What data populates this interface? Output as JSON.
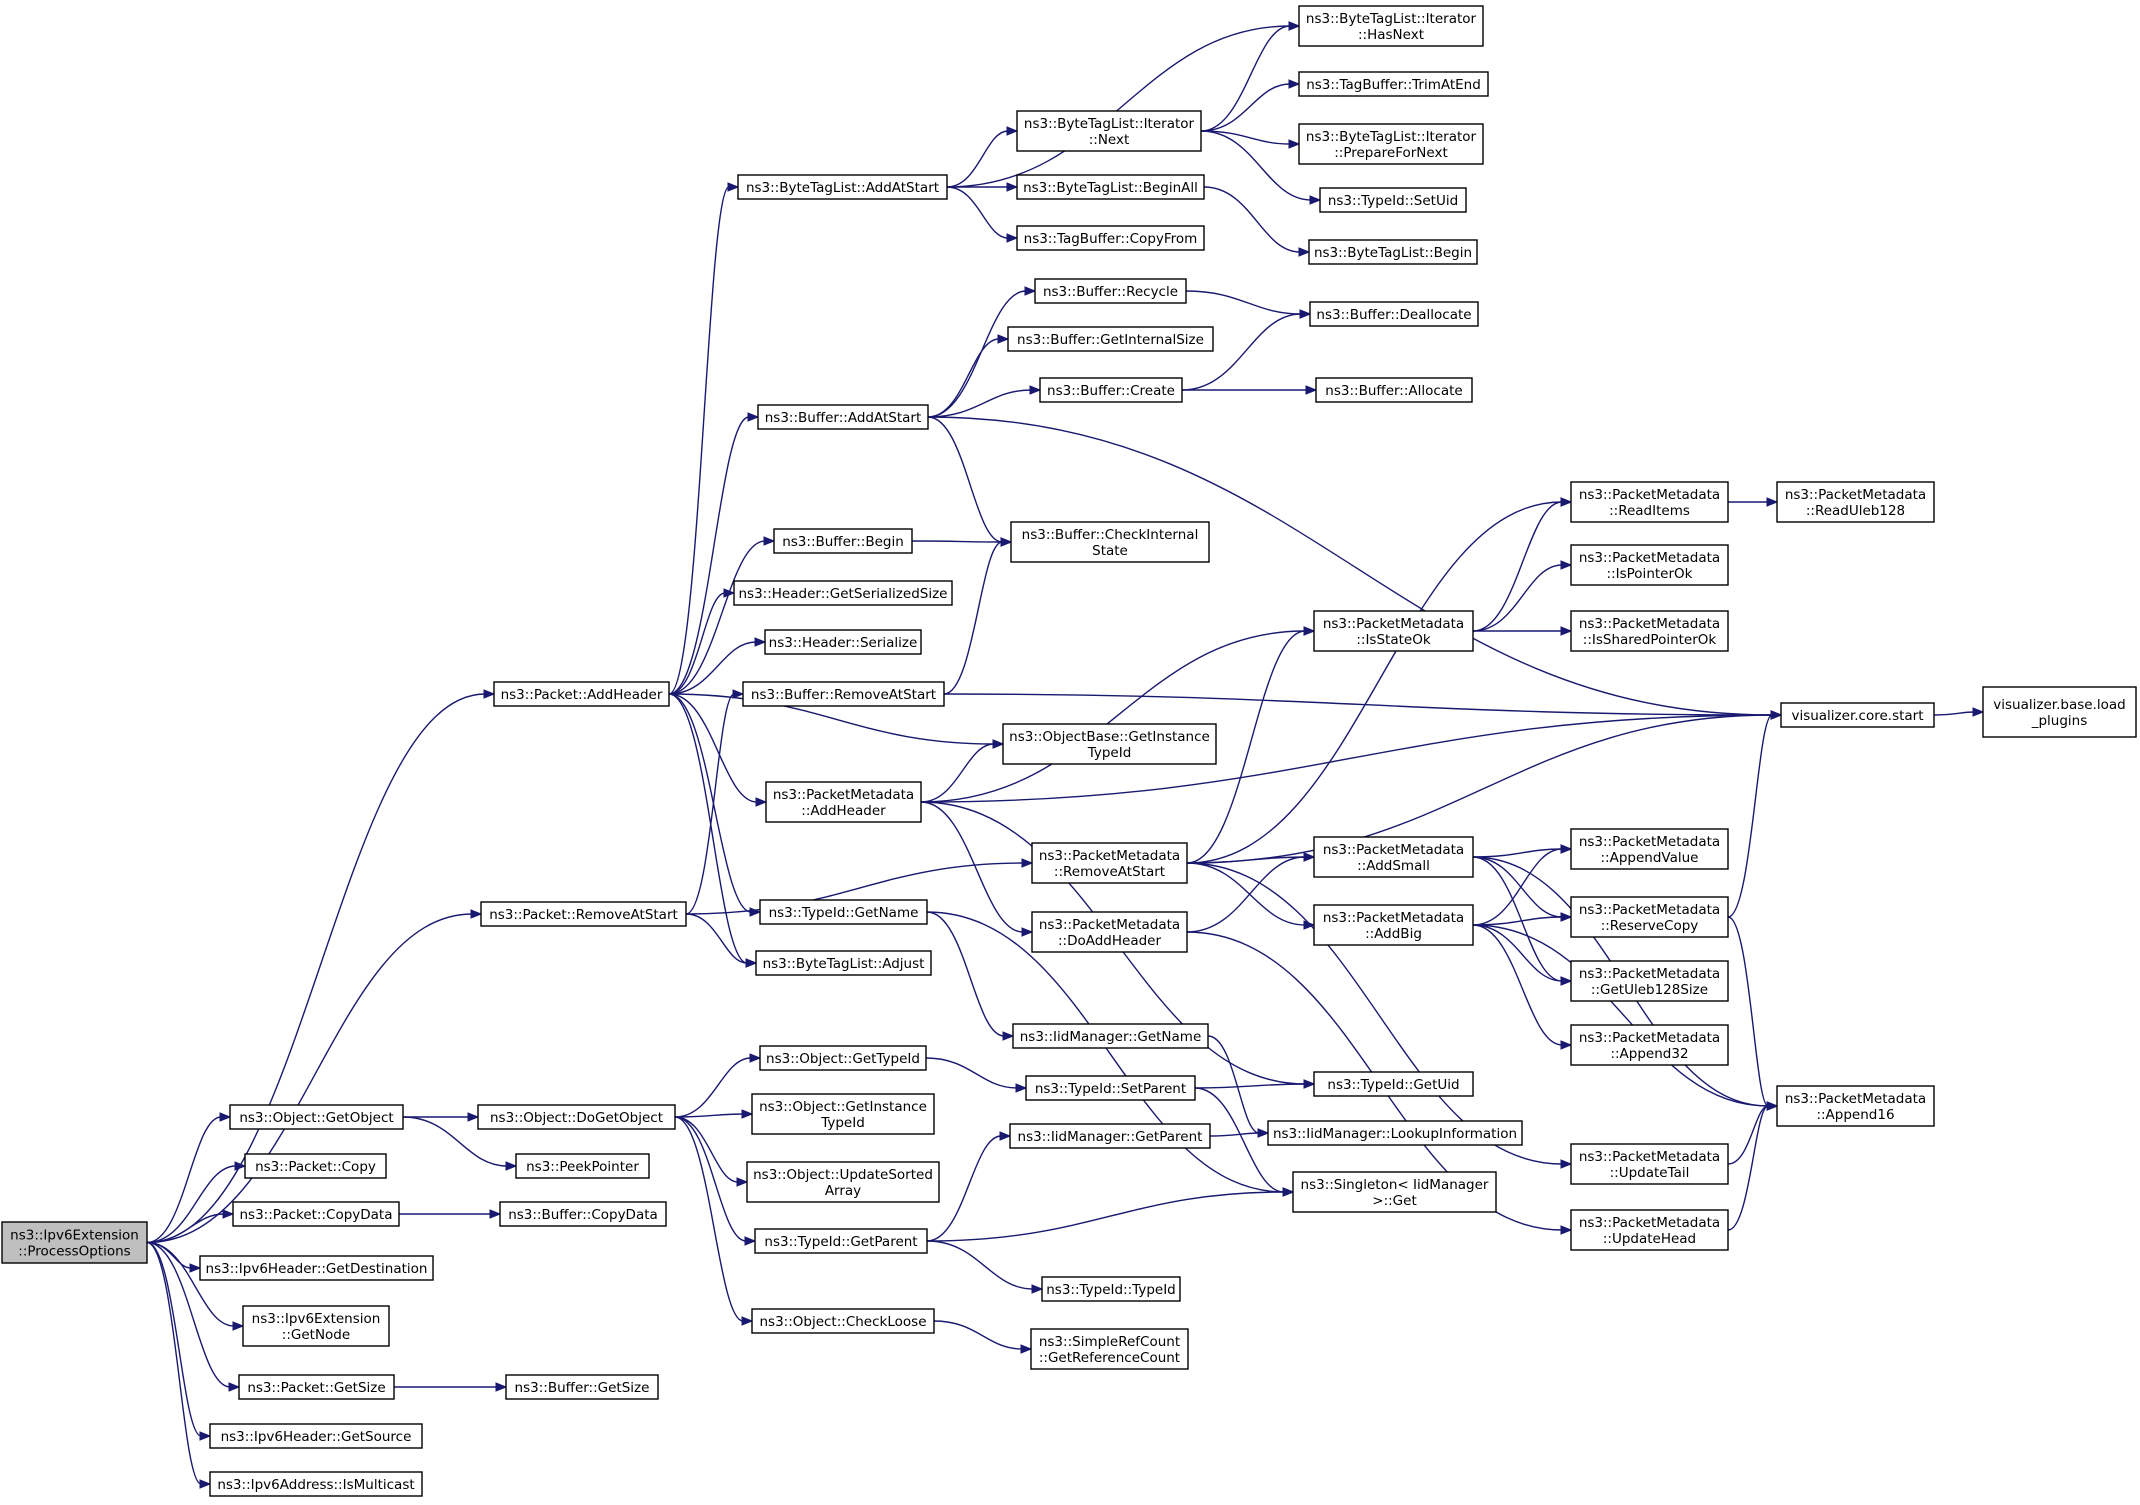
{
  "colors": {
    "edge": "#191970",
    "node_border": "#000000",
    "node_fill": "#ffffff",
    "root_fill": "#bfbfbf",
    "truncated_border": "#ff0000"
  },
  "nodes": [
    {
      "id": "root",
      "lines": [
        "ns3::Ipv6Extension",
        "::ProcessOptions"
      ],
      "style": "root"
    },
    {
      "id": "pkt_addheader",
      "lines": [
        "ns3::Packet::AddHeader"
      ]
    },
    {
      "id": "pkt_removeatstart",
      "lines": [
        "ns3::Packet::RemoveAtStart"
      ]
    },
    {
      "id": "obj_getobject",
      "lines": [
        "ns3::Object::GetObject"
      ]
    },
    {
      "id": "pkt_copy",
      "lines": [
        "ns3::Packet::Copy"
      ]
    },
    {
      "id": "pkt_copydata",
      "lines": [
        "ns3::Packet::CopyData"
      ]
    },
    {
      "id": "ipv6h_getdest",
      "lines": [
        "ns3::Ipv6Header::GetDestination"
      ]
    },
    {
      "id": "ipv6ext_getnode",
      "lines": [
        "ns3::Ipv6Extension",
        "::GetNode"
      ]
    },
    {
      "id": "pkt_getsize",
      "lines": [
        "ns3::Packet::GetSize"
      ]
    },
    {
      "id": "ipv6h_getsource",
      "lines": [
        "ns3::Ipv6Header::GetSource"
      ]
    },
    {
      "id": "ipv6addr_ismulticast",
      "lines": [
        "ns3::Ipv6Address::IsMulticast"
      ]
    },
    {
      "id": "btl_addatstart",
      "lines": [
        "ns3::ByteTagList::AddAtStart"
      ]
    },
    {
      "id": "buf_addatstart",
      "lines": [
        "ns3::Buffer::AddAtStart"
      ]
    },
    {
      "id": "buf_begin",
      "lines": [
        "ns3::Buffer::Begin"
      ]
    },
    {
      "id": "hdr_getsersize",
      "lines": [
        "ns3::Header::GetSerializedSize"
      ]
    },
    {
      "id": "hdr_serialize",
      "lines": [
        "ns3::Header::Serialize"
      ]
    },
    {
      "id": "buf_removeatstart",
      "lines": [
        "ns3::Buffer::RemoveAtStart"
      ]
    },
    {
      "id": "pm_addheader",
      "lines": [
        "ns3::PacketMetadata",
        "::AddHeader"
      ]
    },
    {
      "id": "typeid_getname",
      "lines": [
        "ns3::TypeId::GetName"
      ]
    },
    {
      "id": "btl_adjust",
      "lines": [
        "ns3::ByteTagList::Adjust"
      ]
    },
    {
      "id": "obj_dogetobject",
      "lines": [
        "ns3::Object::DoGetObject"
      ]
    },
    {
      "id": "peekpointer",
      "lines": [
        "ns3::PeekPointer"
      ]
    },
    {
      "id": "buf_copydata",
      "lines": [
        "ns3::Buffer::CopyData"
      ]
    },
    {
      "id": "buf_getsize",
      "lines": [
        "ns3::Buffer::GetSize"
      ]
    },
    {
      "id": "btli_next",
      "lines": [
        "ns3::ByteTagList::Iterator",
        "::Next"
      ]
    },
    {
      "id": "btl_beginall",
      "lines": [
        "ns3::ByteTagList::BeginAll"
      ]
    },
    {
      "id": "tb_copyfrom",
      "lines": [
        "ns3::TagBuffer::CopyFrom"
      ]
    },
    {
      "id": "buf_recycle",
      "lines": [
        "ns3::Buffer::Recycle"
      ]
    },
    {
      "id": "buf_getinternalsize",
      "lines": [
        "ns3::Buffer::GetInternalSize"
      ]
    },
    {
      "id": "buf_create",
      "lines": [
        "ns3::Buffer::Create"
      ]
    },
    {
      "id": "buf_checkinternal",
      "lines": [
        "ns3::Buffer::CheckInternal",
        "State"
      ]
    },
    {
      "id": "objbase_getinstancetypeid",
      "lines": [
        "ns3::ObjectBase::GetInstance",
        "TypeId"
      ]
    },
    {
      "id": "pm_removeatstart",
      "lines": [
        "ns3::PacketMetadata",
        "::RemoveAtStart"
      ]
    },
    {
      "id": "pm_doaddheader",
      "lines": [
        "ns3::PacketMetadata",
        "::DoAddHeader"
      ]
    },
    {
      "id": "iid_getname",
      "lines": [
        "ns3::IidManager::GetName"
      ]
    },
    {
      "id": "obj_gettypeid",
      "lines": [
        "ns3::Object::GetTypeId"
      ]
    },
    {
      "id": "obj_getinstancetypeid",
      "lines": [
        "ns3::Object::GetInstance",
        "TypeId"
      ]
    },
    {
      "id": "obj_updatesorted",
      "lines": [
        "ns3::Object::UpdateSorted",
        "Array"
      ]
    },
    {
      "id": "typeid_getparent",
      "lines": [
        "ns3::TypeId::GetParent"
      ]
    },
    {
      "id": "obj_checkloose",
      "lines": [
        "ns3::Object::CheckLoose"
      ]
    },
    {
      "id": "iid_getparent",
      "lines": [
        "ns3::IidManager::GetParent"
      ]
    },
    {
      "id": "typeid_setparent",
      "lines": [
        "ns3::TypeId::SetParent"
      ],
      "style": "truncated"
    },
    {
      "id": "typeid_typeid",
      "lines": [
        "ns3::TypeId::TypeId"
      ]
    },
    {
      "id": "src_getrefcount",
      "lines": [
        "ns3::SimpleRefCount",
        "::GetReferenceCount"
      ]
    },
    {
      "id": "btli_hasnext",
      "lines": [
        "ns3::ByteTagList::Iterator",
        "::HasNext"
      ]
    },
    {
      "id": "tb_trimatend",
      "lines": [
        "ns3::TagBuffer::TrimAtEnd"
      ]
    },
    {
      "id": "btli_prepare",
      "lines": [
        "ns3::ByteTagList::Iterator",
        "::PrepareForNext"
      ],
      "style": "truncated"
    },
    {
      "id": "typeid_setuid",
      "lines": [
        "ns3::TypeId::SetUid"
      ]
    },
    {
      "id": "btl_begin",
      "lines": [
        "ns3::ByteTagList::Begin"
      ]
    },
    {
      "id": "buf_deallocate",
      "lines": [
        "ns3::Buffer::Deallocate"
      ]
    },
    {
      "id": "buf_allocate",
      "lines": [
        "ns3::Buffer::Allocate"
      ]
    },
    {
      "id": "pm_isstateok",
      "lines": [
        "ns3::PacketMetadata",
        "::IsStateOk"
      ]
    },
    {
      "id": "pm_addsmall",
      "lines": [
        "ns3::PacketMetadata",
        "::AddSmall"
      ]
    },
    {
      "id": "pm_addbig",
      "lines": [
        "ns3::PacketMetadata",
        "::AddBig"
      ]
    },
    {
      "id": "typeid_getuid",
      "lines": [
        "ns3::TypeId::GetUid"
      ]
    },
    {
      "id": "iid_lookupinfo",
      "lines": [
        "ns3::IidManager::LookupInformation"
      ]
    },
    {
      "id": "singleton_get",
      "lines": [
        "ns3::Singleton< IidManager",
        ">::Get"
      ]
    },
    {
      "id": "pm_readitems",
      "lines": [
        "ns3::PacketMetadata",
        "::ReadItems"
      ]
    },
    {
      "id": "pm_ispointerok",
      "lines": [
        "ns3::PacketMetadata",
        "::IsPointerOk"
      ]
    },
    {
      "id": "pm_issharedpointerok",
      "lines": [
        "ns3::PacketMetadata",
        "::IsSharedPointerOk"
      ]
    },
    {
      "id": "pm_appendvalue",
      "lines": [
        "ns3::PacketMetadata",
        "::AppendValue"
      ],
      "style": "truncated"
    },
    {
      "id": "pm_reservecopy",
      "lines": [
        "ns3::PacketMetadata",
        "::ReserveCopy"
      ],
      "style": "truncated"
    },
    {
      "id": "pm_getuleb128size",
      "lines": [
        "ns3::PacketMetadata",
        "::GetUleb128Size"
      ]
    },
    {
      "id": "pm_append32",
      "lines": [
        "ns3::PacketMetadata",
        "::Append32"
      ]
    },
    {
      "id": "pm_updatetail",
      "lines": [
        "ns3::PacketMetadata",
        "::UpdateTail"
      ]
    },
    {
      "id": "pm_updatehead",
      "lines": [
        "ns3::PacketMetadata",
        "::UpdateHead"
      ]
    },
    {
      "id": "pm_readuleb128",
      "lines": [
        "ns3::PacketMetadata",
        "::ReadUleb128"
      ]
    },
    {
      "id": "pm_append16",
      "lines": [
        "ns3::PacketMetadata",
        "::Append16"
      ]
    },
    {
      "id": "viz_start",
      "lines": [
        "visualizer.core.start"
      ]
    },
    {
      "id": "viz_loadplugins",
      "lines": [
        "visualizer.base.load",
        "_plugins"
      ],
      "style": "truncated"
    }
  ],
  "edges": [
    [
      "root",
      "pkt_addheader"
    ],
    [
      "root",
      "pkt_removeatstart"
    ],
    [
      "root",
      "obj_getobject"
    ],
    [
      "root",
      "pkt_copy"
    ],
    [
      "root",
      "pkt_copydata"
    ],
    [
      "root",
      "ipv6h_getdest"
    ],
    [
      "root",
      "ipv6ext_getnode"
    ],
    [
      "root",
      "pkt_getsize"
    ],
    [
      "root",
      "ipv6h_getsource"
    ],
    [
      "root",
      "ipv6addr_ismulticast"
    ],
    [
      "pkt_addheader",
      "btl_addatstart"
    ],
    [
      "pkt_addheader",
      "buf_addatstart"
    ],
    [
      "pkt_addheader",
      "buf_begin"
    ],
    [
      "pkt_addheader",
      "hdr_getsersize"
    ],
    [
      "pkt_addheader",
      "hdr_serialize"
    ],
    [
      "pkt_addheader",
      "objbase_getinstancetypeid"
    ],
    [
      "pkt_addheader",
      "pm_addheader"
    ],
    [
      "pkt_addheader",
      "typeid_getname"
    ],
    [
      "pkt_addheader",
      "btl_adjust"
    ],
    [
      "pkt_removeatstart",
      "buf_removeatstart"
    ],
    [
      "pkt_removeatstart",
      "pm_removeatstart"
    ],
    [
      "pkt_removeatstart",
      "btl_adjust"
    ],
    [
      "obj_getobject",
      "obj_dogetobject"
    ],
    [
      "obj_getobject",
      "peekpointer"
    ],
    [
      "pkt_copydata",
      "buf_copydata"
    ],
    [
      "pkt_getsize",
      "buf_getsize"
    ],
    [
      "btl_addatstart",
      "btli_hasnext"
    ],
    [
      "btl_addatstart",
      "btli_next"
    ],
    [
      "btl_addatstart",
      "btl_beginall"
    ],
    [
      "btl_addatstart",
      "tb_copyfrom"
    ],
    [
      "btli_next",
      "btli_hasnext"
    ],
    [
      "btli_next",
      "tb_trimatend"
    ],
    [
      "btli_next",
      "btli_prepare"
    ],
    [
      "btli_next",
      "typeid_setuid"
    ],
    [
      "btl_beginall",
      "btl_begin"
    ],
    [
      "buf_addatstart",
      "buf_recycle"
    ],
    [
      "buf_addatstart",
      "buf_getinternalsize"
    ],
    [
      "buf_addatstart",
      "buf_create"
    ],
    [
      "buf_addatstart",
      "buf_checkinternal"
    ],
    [
      "buf_addatstart",
      "viz_start"
    ],
    [
      "buf_recycle",
      "buf_deallocate"
    ],
    [
      "buf_create",
      "buf_deallocate"
    ],
    [
      "buf_create",
      "buf_allocate"
    ],
    [
      "buf_begin",
      "buf_checkinternal"
    ],
    [
      "buf_removeatstart",
      "buf_checkinternal"
    ],
    [
      "buf_removeatstart",
      "viz_start"
    ],
    [
      "pm_addheader",
      "objbase_getinstancetypeid"
    ],
    [
      "pm_addheader",
      "pm_isstateok"
    ],
    [
      "pm_addheader",
      "pm_doaddheader"
    ],
    [
      "pm_addheader",
      "typeid_getuid"
    ],
    [
      "pm_addheader",
      "viz_start"
    ],
    [
      "typeid_getname",
      "iid_getname"
    ],
    [
      "typeid_getname",
      "singleton_get"
    ],
    [
      "iid_getname",
      "iid_lookupinfo"
    ],
    [
      "pm_removeatstart",
      "pm_readitems"
    ],
    [
      "pm_removeatstart",
      "pm_isstateok"
    ],
    [
      "pm_removeatstart",
      "pm_addsmall"
    ],
    [
      "pm_removeatstart",
      "pm_addbig"
    ],
    [
      "pm_removeatstart",
      "viz_start"
    ],
    [
      "pm_removeatstart",
      "pm_updatetail"
    ],
    [
      "pm_doaddheader",
      "pm_addsmall"
    ],
    [
      "pm_doaddheader",
      "pm_updatehead"
    ],
    [
      "pm_isstateok",
      "pm_readitems"
    ],
    [
      "pm_isstateok",
      "pm_ispointerok"
    ],
    [
      "pm_isstateok",
      "pm_issharedpointerok"
    ],
    [
      "pm_readitems",
      "pm_readuleb128"
    ],
    [
      "pm_addsmall",
      "pm_appendvalue"
    ],
    [
      "pm_addsmall",
      "pm_reservecopy"
    ],
    [
      "pm_addsmall",
      "pm_getuleb128size"
    ],
    [
      "pm_addsmall",
      "pm_append16"
    ],
    [
      "pm_addbig",
      "pm_appendvalue"
    ],
    [
      "pm_addbig",
      "pm_reservecopy"
    ],
    [
      "pm_addbig",
      "pm_getuleb128size"
    ],
    [
      "pm_addbig",
      "pm_append32"
    ],
    [
      "pm_addbig",
      "pm_append16"
    ],
    [
      "pm_reservecopy",
      "viz_start"
    ],
    [
      "pm_reservecopy",
      "pm_append16"
    ],
    [
      "pm_updatetail",
      "pm_append16"
    ],
    [
      "pm_updatehead",
      "pm_append16"
    ],
    [
      "viz_start",
      "viz_loadplugins"
    ],
    [
      "obj_dogetobject",
      "obj_gettypeid"
    ],
    [
      "obj_dogetobject",
      "obj_getinstancetypeid"
    ],
    [
      "obj_dogetobject",
      "obj_updatesorted"
    ],
    [
      "obj_dogetobject",
      "typeid_getparent"
    ],
    [
      "obj_dogetobject",
      "obj_checkloose"
    ],
    [
      "obj_gettypeid",
      "typeid_setparent"
    ],
    [
      "typeid_setparent",
      "typeid_getuid"
    ],
    [
      "typeid_setparent",
      "singleton_get"
    ],
    [
      "typeid_getparent",
      "iid_getparent"
    ],
    [
      "typeid_getparent",
      "singleton_get"
    ],
    [
      "typeid_getparent",
      "typeid_typeid"
    ],
    [
      "iid_getparent",
      "iid_lookupinfo"
    ],
    [
      "obj_checkloose",
      "src_getrefcount"
    ]
  ]
}
